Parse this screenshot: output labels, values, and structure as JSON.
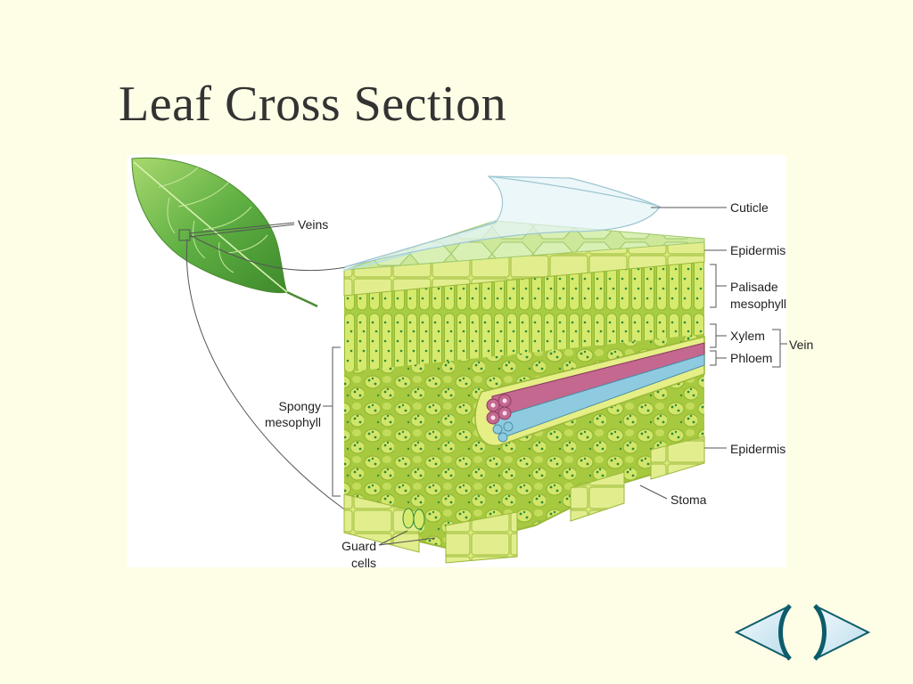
{
  "slide": {
    "title": "Leaf Cross Section"
  },
  "labels": {
    "veins": "Veins",
    "cuticle": "Cuticle",
    "epidermis_upper": "Epidermis",
    "palisade_line1": "Palisade",
    "palisade_line2": "mesophyll",
    "xylem": "Xylem",
    "phloem": "Phloem",
    "vein": "Vein",
    "spongy_line1": "Spongy",
    "spongy_line2": "mesophyll",
    "epidermis_lower": "Epidermis",
    "stoma": "Stoma",
    "guard_line1": "Guard",
    "guard_line2": "cells"
  },
  "colors": {
    "background": "#fefee6",
    "cell_green": "#c9e05a",
    "chloroplast": "#2e8a3a",
    "xylem": "#c4688f",
    "phloem": "#8fcbe0",
    "leaf": "#5fb043",
    "nav_fill": "#d6ecf7",
    "nav_stroke": "#0d5c6b"
  },
  "nav": {
    "prev_icon": "prev-arrow-icon",
    "next_icon": "next-arrow-icon"
  }
}
